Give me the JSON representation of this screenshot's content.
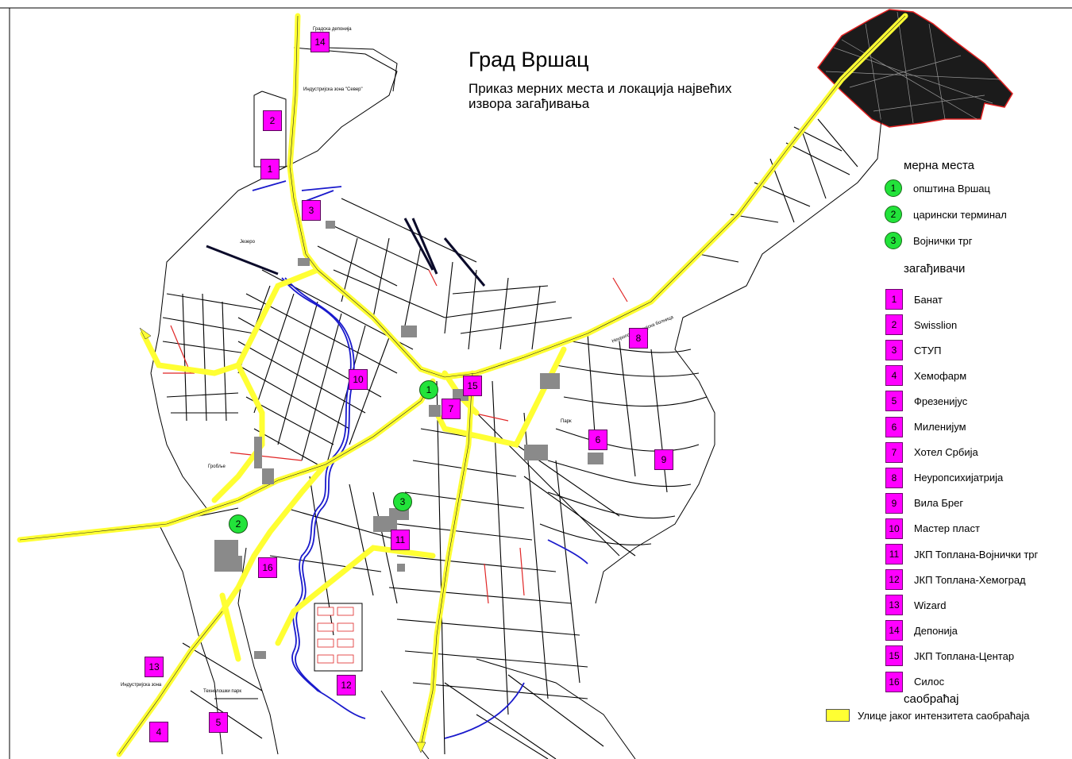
{
  "title": "Град Вршац",
  "subtitle": "Приказ мерних места и локација највећих извора загађивања",
  "legend": {
    "measuring_heading": "мерна места",
    "measuring": [
      {
        "num": "1",
        "label": "општина Вршац"
      },
      {
        "num": "2",
        "label": "царински терминал"
      },
      {
        "num": "3",
        "label": "Војнички трг"
      }
    ],
    "polluters_heading": "загађивачи",
    "polluters": [
      {
        "num": "1",
        "label": "Банат"
      },
      {
        "num": "2",
        "label": "Swisslion"
      },
      {
        "num": "3",
        "label": "СТУП"
      },
      {
        "num": "4",
        "label": "Хемофарм"
      },
      {
        "num": "5",
        "label": "Фрезенијус"
      },
      {
        "num": "6",
        "label": "Миленијум"
      },
      {
        "num": "7",
        "label": "Хотел Србија"
      },
      {
        "num": "8",
        "label": "Неуропсихијатрија"
      },
      {
        "num": "9",
        "label": "Вила Брег"
      },
      {
        "num": "10",
        "label": "Мастер пласт"
      },
      {
        "num": "11",
        "label": "ЈКП Топлана-Војнички трг"
      },
      {
        "num": "12",
        "label": "ЈКП Топлана-Хемоград"
      },
      {
        "num": "13",
        "label": "Wizard"
      },
      {
        "num": "14",
        "label": "Депонија"
      },
      {
        "num": "15",
        "label": "ЈКП Топлана-Центар"
      },
      {
        "num": "16",
        "label": "Силос"
      }
    ],
    "traffic_heading": "саобраћај",
    "traffic_label": "Улице јаког интензитета саобраћаја"
  },
  "map_labels": {
    "landfill": "Градска депонија",
    "industrial_north": "Индустријска зона \"Север\"",
    "lake": "Језеро",
    "cemetery": "Гробље",
    "park": "Парк",
    "industrial_zone": "Индустријска зона",
    "tech_park": "Технолошки парк",
    "neuro": "Неуропсихијатријска болница"
  },
  "colors": {
    "polluter": "#ff00ff",
    "measuring": "#22e33a",
    "traffic": "#ffff33",
    "river": "#1a1acc",
    "street": "#000000"
  }
}
